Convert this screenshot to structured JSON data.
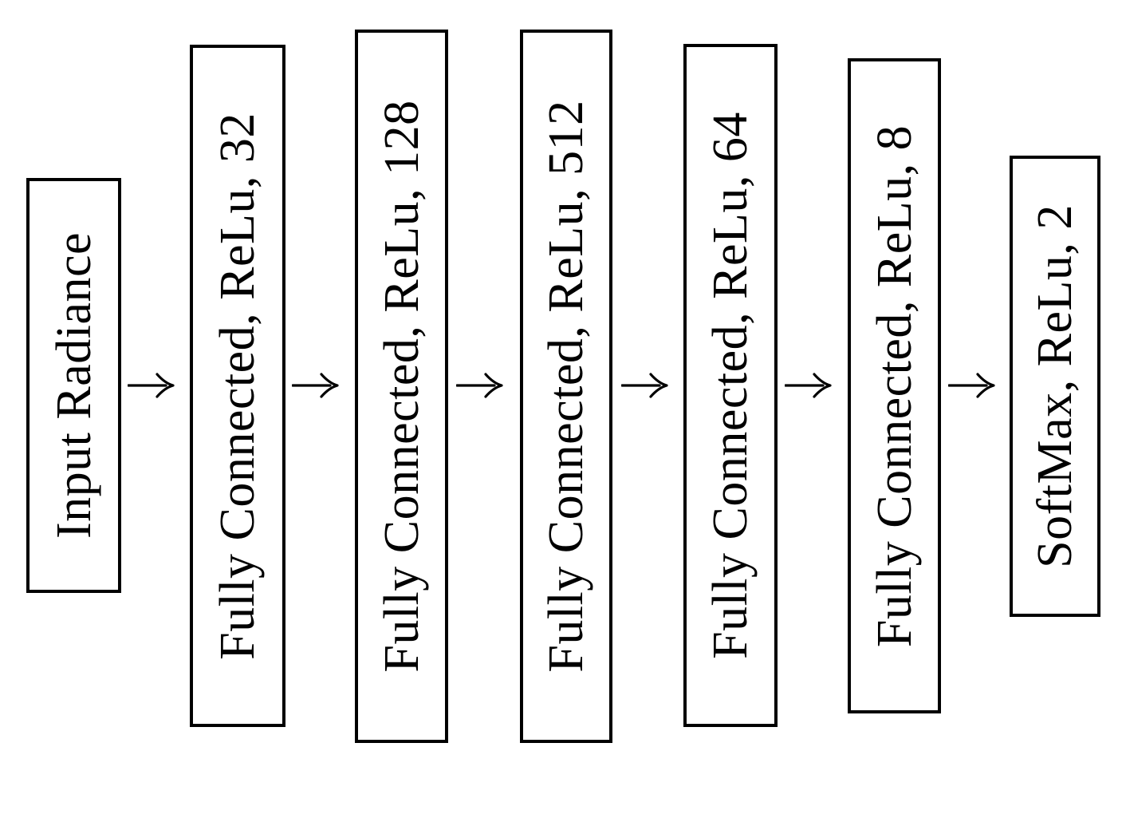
{
  "diagram": {
    "type": "flowchart",
    "direction": "left-to-right",
    "background_color": "#ffffff",
    "node_border_color": "#000000",
    "node_fill_color": "#ffffff",
    "text_color": "#000000",
    "arrow_color": "#000000",
    "nodes": [
      {
        "id": "input",
        "label": "Input Radiance"
      },
      {
        "id": "fc32",
        "label": "Fully Connected, ReLu, 32"
      },
      {
        "id": "fc128",
        "label": "Fully Connected, ReLu, 128"
      },
      {
        "id": "fc512",
        "label": "Fully Connected, ReLu, 512"
      },
      {
        "id": "fc64",
        "label": "Fully Connected, ReLu, 64"
      },
      {
        "id": "fc8",
        "label": "Fully Connected, ReLu, 8"
      },
      {
        "id": "softmax",
        "label": "SoftMax, ReLu, 2"
      }
    ],
    "edges": [
      {
        "from": "input",
        "to": "fc32"
      },
      {
        "from": "fc32",
        "to": "fc128"
      },
      {
        "from": "fc128",
        "to": "fc512"
      },
      {
        "from": "fc512",
        "to": "fc64"
      },
      {
        "from": "fc64",
        "to": "fc8"
      },
      {
        "from": "fc8",
        "to": "softmax"
      }
    ]
  }
}
